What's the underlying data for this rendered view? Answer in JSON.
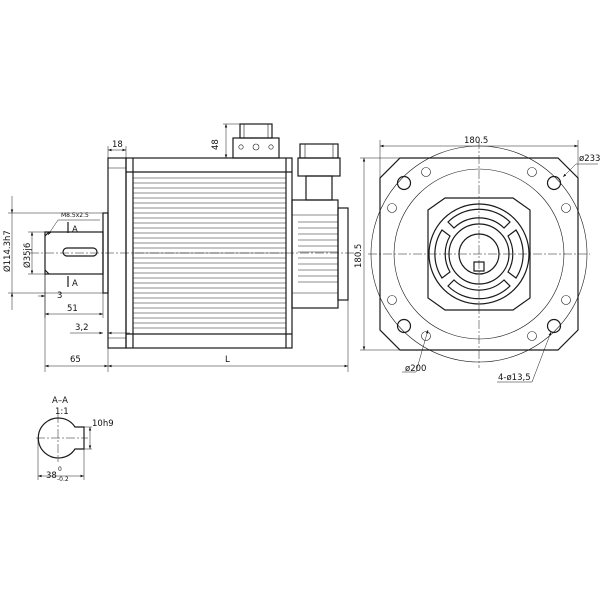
{
  "side_view": {
    "dim_18": "18",
    "dim_48": "48",
    "shaft_thread": "M8.5x2.5",
    "section_mark_a": "A",
    "dia_114": "Ø114.3h7",
    "dia_35": "Ø35j6",
    "dim_3": "3",
    "dim_51": "51",
    "dim_3_2": "3,2",
    "dim_65": "65",
    "dim_L": "L"
  },
  "front_view": {
    "dim_180_5_top": "180.5",
    "dim_180_5_side": "180.5",
    "dia_233": "ø233",
    "dia_200": "ø200",
    "holes": "4-ø13,5"
  },
  "section_view": {
    "title": "A–A",
    "scale": "1:1",
    "key_width": "10h9",
    "depth": "38",
    "tol_upper": "0",
    "tol_lower": "-0.2"
  }
}
